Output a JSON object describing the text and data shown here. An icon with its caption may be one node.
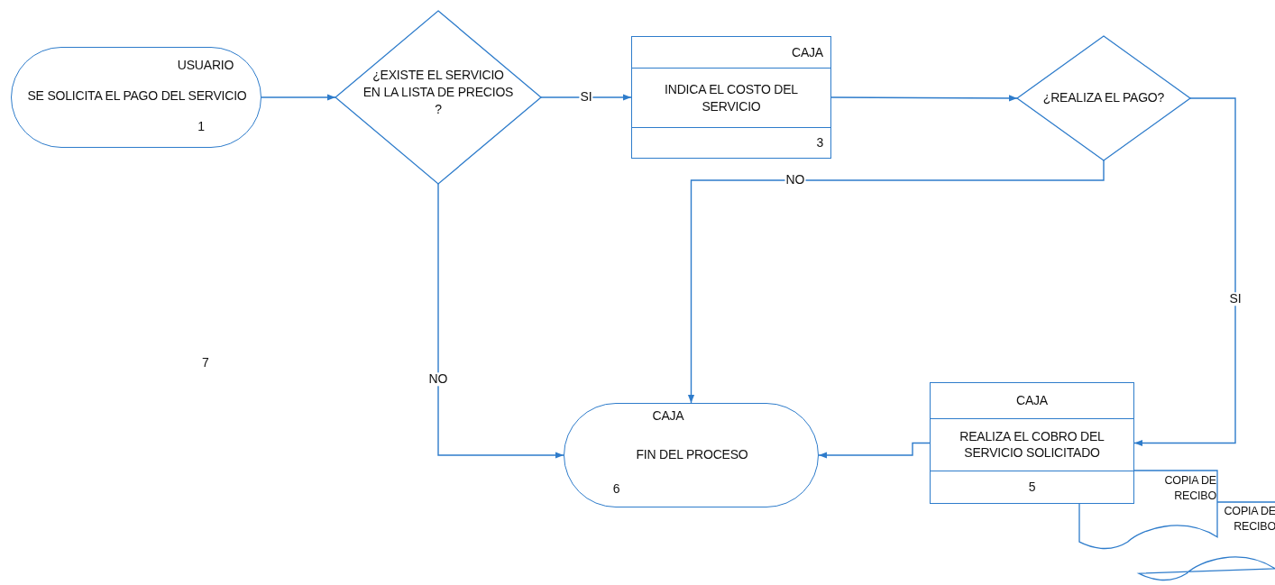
{
  "diagram": {
    "nodes": [
      {
        "text": [
          "USUARIO",
          "SE SOLICITA EL PAGO DEL SERVICIO",
          "1"
        ]
      },
      {
        "text": [
          "¿EXISTE EL SERVICIO EN LA LISTA DE PRECIOS ?"
        ]
      },
      {
        "text": [
          "CAJA",
          "INDICA EL COSTO DEL SERVICIO",
          "3"
        ]
      },
      {
        "text": [
          "¿REALIZA EL PAGO?"
        ]
      },
      {
        "text": [
          "CAJA",
          "FIN DEL PROCESO",
          "6"
        ]
      },
      {
        "text": [
          "CAJA",
          "REALIZA EL COBRO DEL SERVICIO SOLICITADO",
          "5"
        ]
      },
      {
        "text": [
          "COPIA DE RECIBO"
        ]
      },
      {
        "text": [
          "COPIA DE RECIBO"
        ]
      }
    ],
    "edges": [
      {
        "from": 0,
        "to": 1,
        "arrow": "to"
      },
      {
        "from": 1,
        "to": 2,
        "arrow": "to",
        "label": "SI"
      },
      {
        "from": 1,
        "to": 4,
        "arrow": "to",
        "label": "NO"
      },
      {
        "from": 2,
        "to": 3,
        "arrow": "to"
      },
      {
        "from": 3,
        "to": 4,
        "arrow": "to",
        "label": "NO"
      },
      {
        "from": 3,
        "to": 5,
        "arrow": "to",
        "label": "SI"
      },
      {
        "from": 5,
        "to": 4,
        "arrow": "to"
      }
    ],
    "labels": [
      "7"
    ]
  }
}
